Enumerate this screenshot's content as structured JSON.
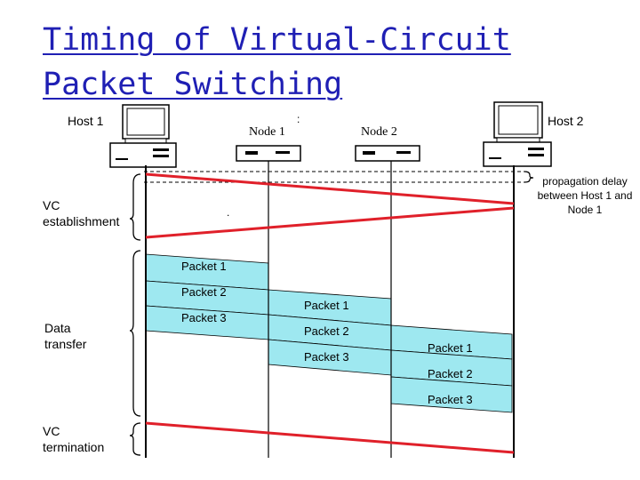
{
  "title": "Timing of Virtual-Circuit Packet Switching",
  "nodes": {
    "host1": "Host 1",
    "node1": "Node 1",
    "node2": "Node 2",
    "host2": "Host 2"
  },
  "phases": {
    "establishment": "VC establishment",
    "transfer": "Data transfer",
    "termination": "VC termination"
  },
  "propagation_note": "propagation delay between Host 1 and Node 1",
  "packets": {
    "hop1": [
      "Packet 1",
      "Packet 2",
      "Packet 3"
    ],
    "hop2": [
      "Packet 1",
      "Packet 2",
      "Packet 3"
    ],
    "hop3": [
      "Packet 1",
      "Packet 2",
      "Packet 3"
    ]
  },
  "colors": {
    "title": "#1f1fb4",
    "control_message": "#e0202a",
    "packet_fill": "#9ee8f0"
  },
  "icons": [
    "computer-icon",
    "router-icon"
  ]
}
